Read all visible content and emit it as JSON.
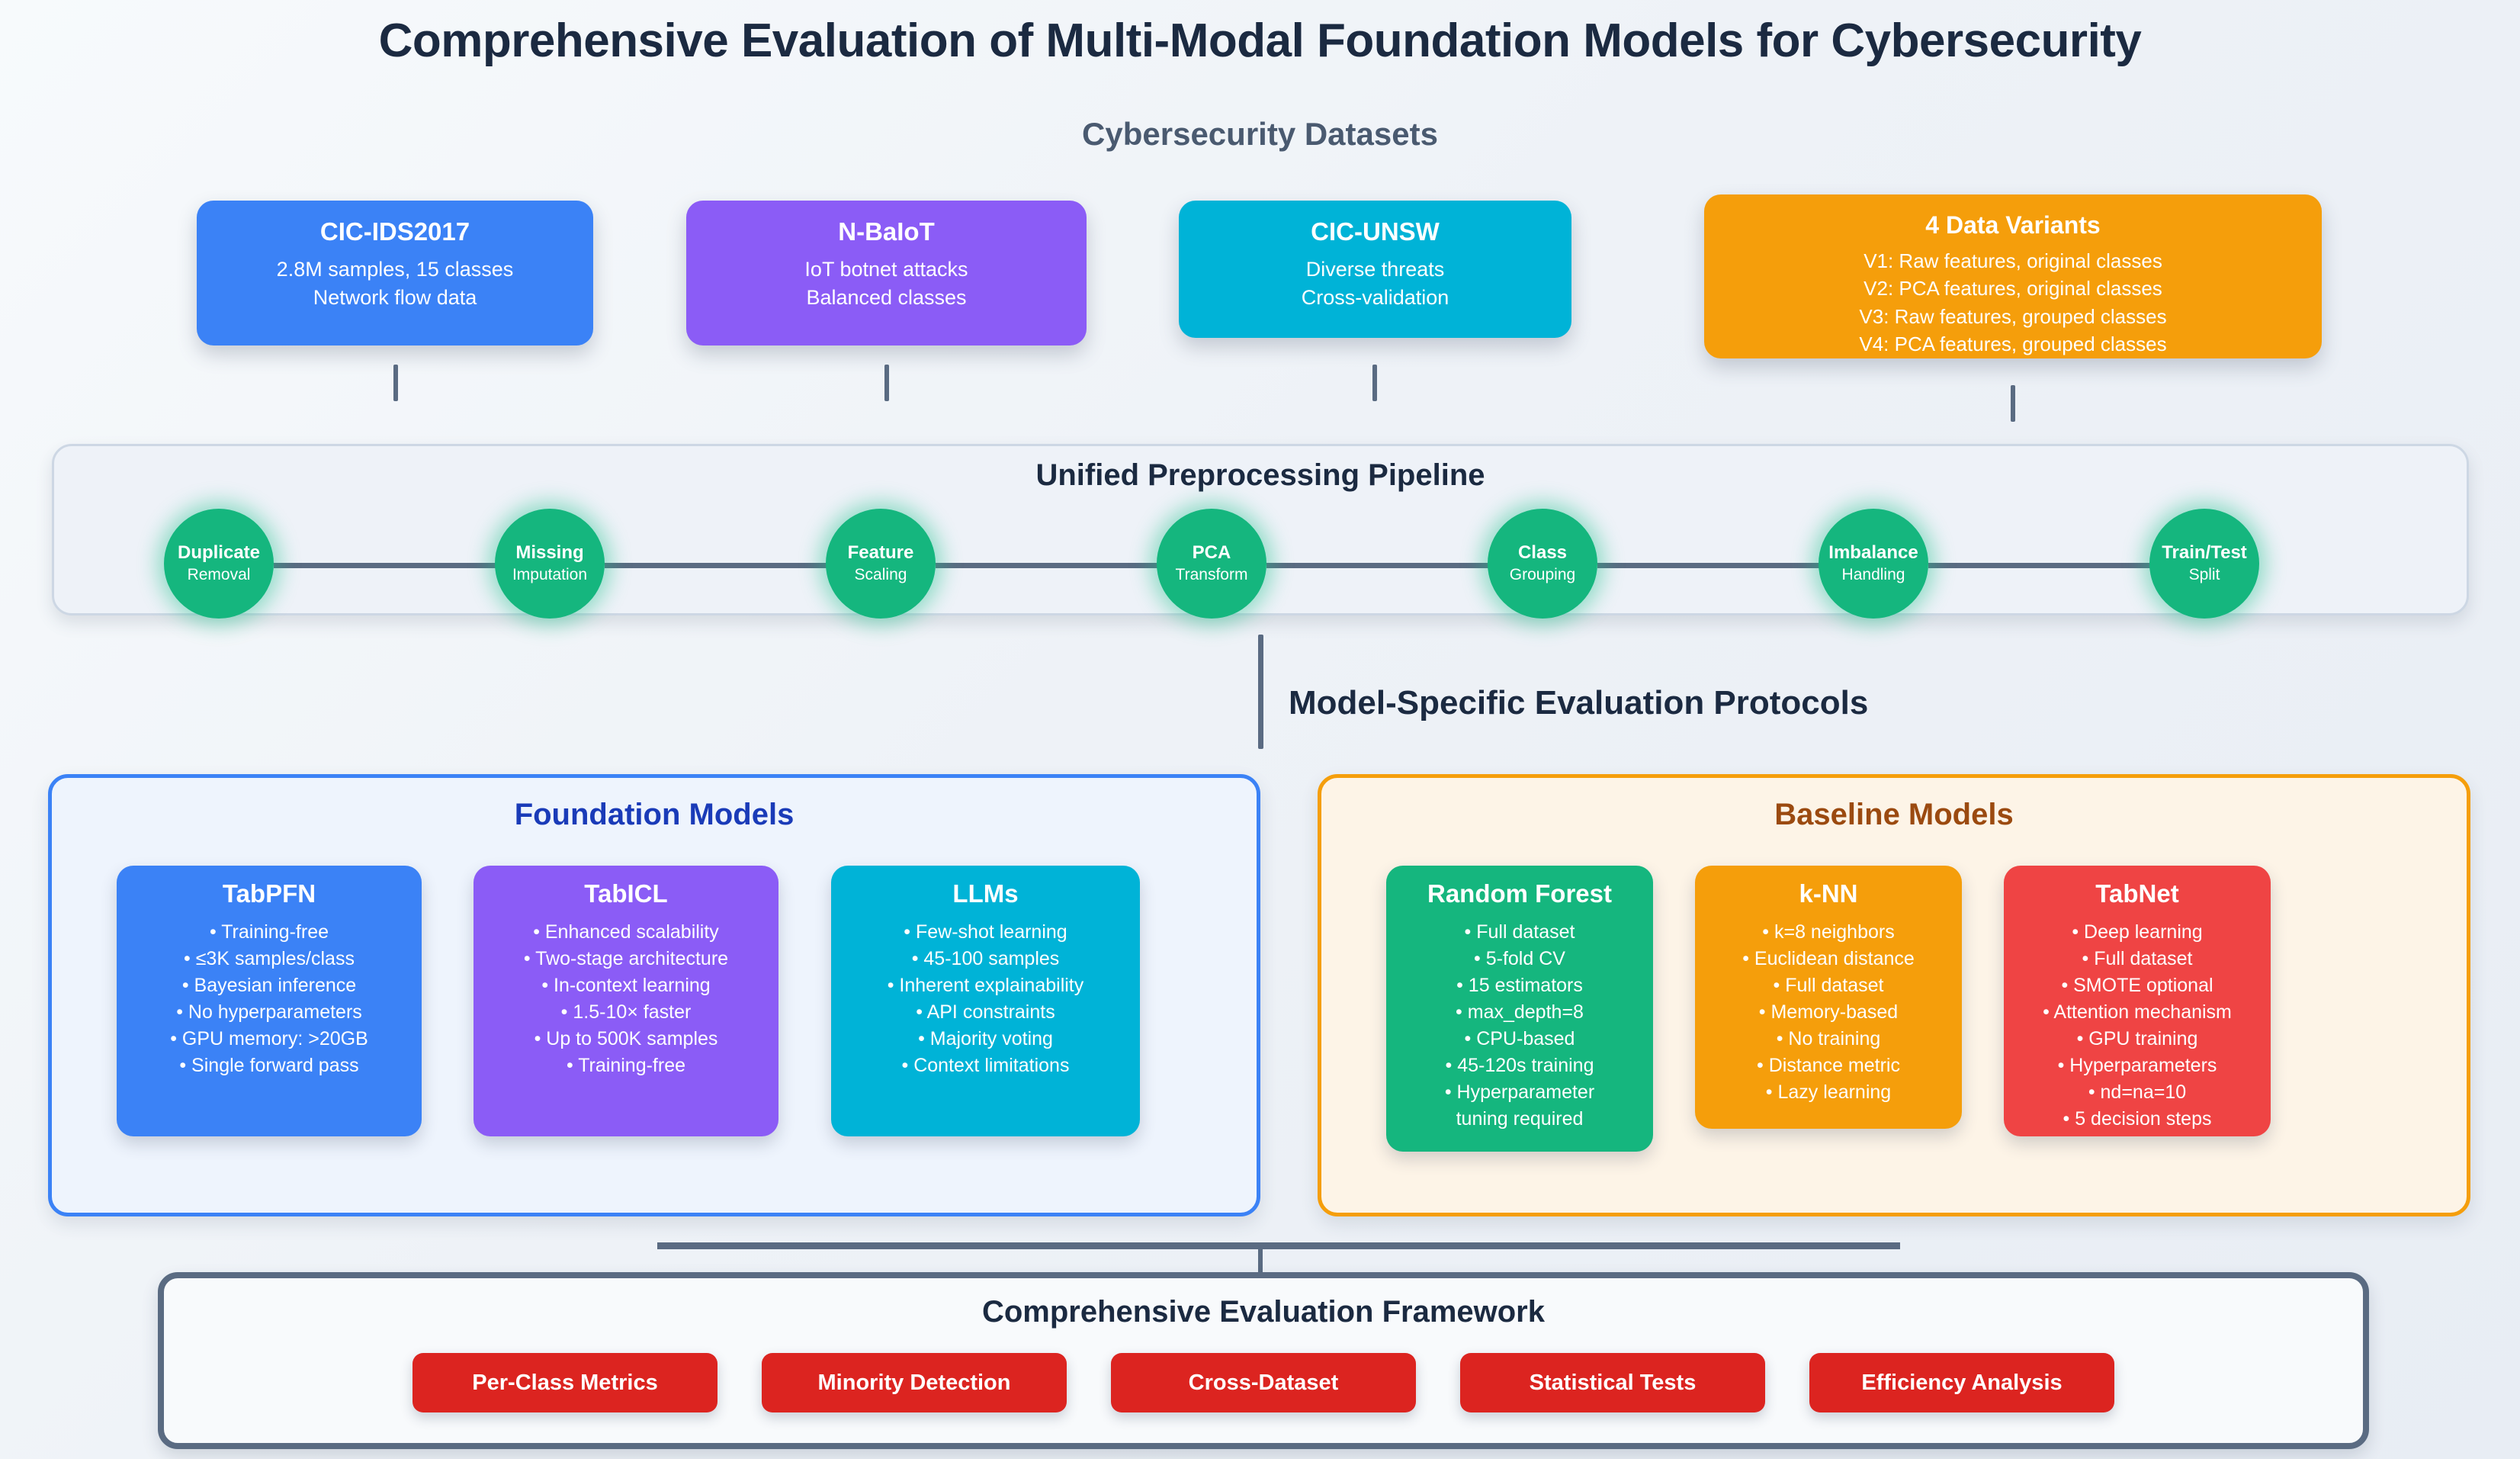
{
  "title": "Comprehensive Evaluation of Multi-Modal Foundation Models for Cybersecurity",
  "datasets_section": {
    "heading": "Cybersecurity Datasets",
    "cards": [
      {
        "name": "CIC-IDS2017",
        "lines": [
          "2.8M samples, 15 classes",
          "Network flow data"
        ],
        "color": "#3b82f6"
      },
      {
        "name": "N-BaIoT",
        "lines": [
          "IoT botnet attacks",
          "Balanced classes"
        ],
        "color": "#8b5cf6"
      },
      {
        "name": "CIC-UNSW",
        "lines": [
          "Diverse threats",
          "Cross-validation"
        ],
        "color": "#00b3d7"
      },
      {
        "name": "4 Data Variants",
        "lines": [
          "V1: Raw features, original classes",
          "V2: PCA features, original classes",
          "V3: Raw features, grouped classes",
          "V4: PCA features, grouped classes"
        ],
        "color": "#f59e0b"
      }
    ]
  },
  "pipeline": {
    "title": "Unified Preprocessing Pipeline",
    "node_color": "#15b67e",
    "nodes": [
      {
        "top": "Duplicate",
        "sub": "Removal"
      },
      {
        "top": "Missing",
        "sub": "Imputation"
      },
      {
        "top": "Feature",
        "sub": "Scaling"
      },
      {
        "top": "PCA",
        "sub": "Transform"
      },
      {
        "top": "Class",
        "sub": "Grouping"
      },
      {
        "top": "Imbalance",
        "sub": "Handling"
      },
      {
        "top": "Train/Test",
        "sub": "Split"
      }
    ]
  },
  "protocols": {
    "heading": "Model-Specific Evaluation Protocols"
  },
  "foundation_models": {
    "title": "Foundation Models",
    "border_color": "#3b82f6",
    "title_color": "#1a3bb8",
    "cards": [
      {
        "name": "TabPFN",
        "color": "#3b82f6",
        "items": [
          "• Training-free",
          "• ≤3K samples/class",
          "• Bayesian inference",
          "• No hyperparameters",
          "• GPU memory: >20GB",
          "• Single forward pass"
        ]
      },
      {
        "name": "TabICL",
        "color": "#8b5cf6",
        "items": [
          "• Enhanced scalability",
          "• Two-stage architecture",
          "• In-context learning",
          "• 1.5-10× faster",
          "• Up to 500K samples",
          "• Training-free"
        ]
      },
      {
        "name": "LLMs",
        "color": "#00b3d7",
        "items": [
          "• Few-shot learning",
          "• 45-100 samples",
          "• Inherent explainability",
          "• API constraints",
          "• Majority voting",
          "• Context limitations"
        ]
      }
    ]
  },
  "baseline_models": {
    "title": "Baseline Models",
    "border_color": "#f59e0b",
    "title_color": "#9b4a10",
    "cards": [
      {
        "name": "Random Forest",
        "color": "#15b67e",
        "items": [
          "• Full dataset",
          "• 5-fold CV",
          "• 15 estimators",
          "• max_depth=8",
          "• CPU-based",
          "• 45-120s training",
          "• Hyperparameter",
          "tuning required"
        ]
      },
      {
        "name": "k-NN",
        "color": "#f59e0b",
        "items": [
          "• k=8 neighbors",
          "• Euclidean distance",
          "• Full dataset",
          "• Memory-based",
          "• No training",
          "• Distance metric",
          "• Lazy learning"
        ]
      },
      {
        "name": "TabNet",
        "color": "#ef4444",
        "items": [
          "• Deep learning",
          "• Full dataset",
          "• SMOTE optional",
          "• Attention mechanism",
          "• GPU training",
          "• Hyperparameters",
          "• nd=na=10",
          "• 5 decision steps"
        ]
      }
    ]
  },
  "evaluation": {
    "title": "Comprehensive Evaluation Framework",
    "chip_color": "#dc2420",
    "chips": [
      "Per-Class Metrics",
      "Minority Detection",
      "Cross-Dataset",
      "Statistical Tests",
      "Efficiency Analysis"
    ]
  }
}
